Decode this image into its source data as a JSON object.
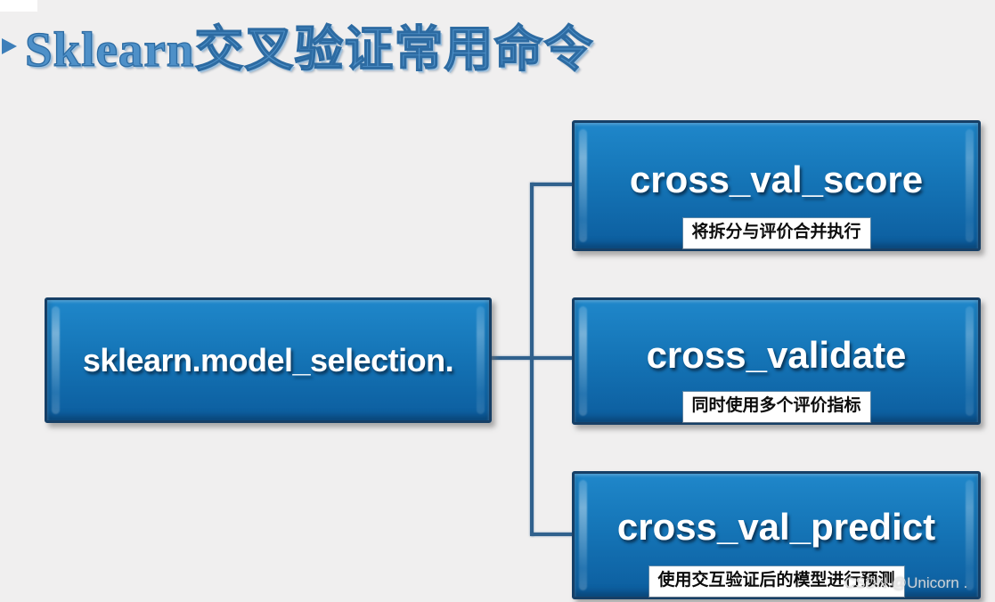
{
  "title": {
    "text": "Sklearn交叉验证常用命令"
  },
  "diagram": {
    "root": {
      "label": "sklearn.model_selection."
    },
    "children": [
      {
        "label": "cross_val_score",
        "note": "将拆分与评价合并执行"
      },
      {
        "label": "cross_validate",
        "note": "同时使用多个评价指标"
      },
      {
        "label": "cross_val_predict",
        "note": "使用交互验证后的模型进行预测"
      }
    ]
  },
  "watermark": {
    "text": "CSDN @Unicorn ."
  },
  "colors": {
    "background": "#f0efef",
    "node_fill_top": "#1f87ca",
    "node_fill_bottom": "#0c5d9e",
    "node_border": "#163f66",
    "connector": "#30618d",
    "title_blue": "#4e90c8",
    "note_background": "#ffffff",
    "note_text": "#0c0c0c"
  }
}
